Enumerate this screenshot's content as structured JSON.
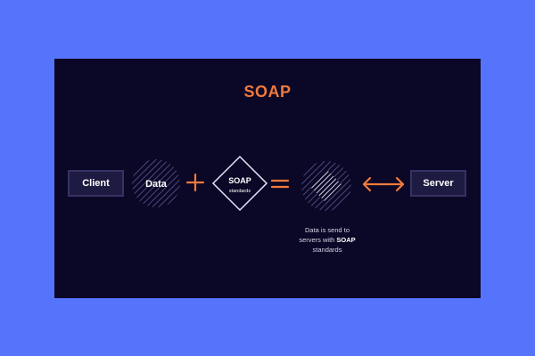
{
  "title": "SOAP",
  "nodes": {
    "client": "Client",
    "data": "Data",
    "soap_title": "SOAP",
    "soap_sub": "standards",
    "server": "Server"
  },
  "caption": {
    "line1": "Data is send to",
    "line2_pre": "servers with",
    "line2_bold": "SOAP",
    "line3": "standards"
  },
  "colors": {
    "background": "#5673fb",
    "panel": "#0b0726",
    "accent": "#f07a3c",
    "box_fill": "#1e1b42",
    "box_border": "#363264",
    "hatch_dark": "#5a5690",
    "hatch_light": "#e8e6f6"
  },
  "symbols": [
    "plus",
    "equals",
    "bidirectional-arrow"
  ]
}
